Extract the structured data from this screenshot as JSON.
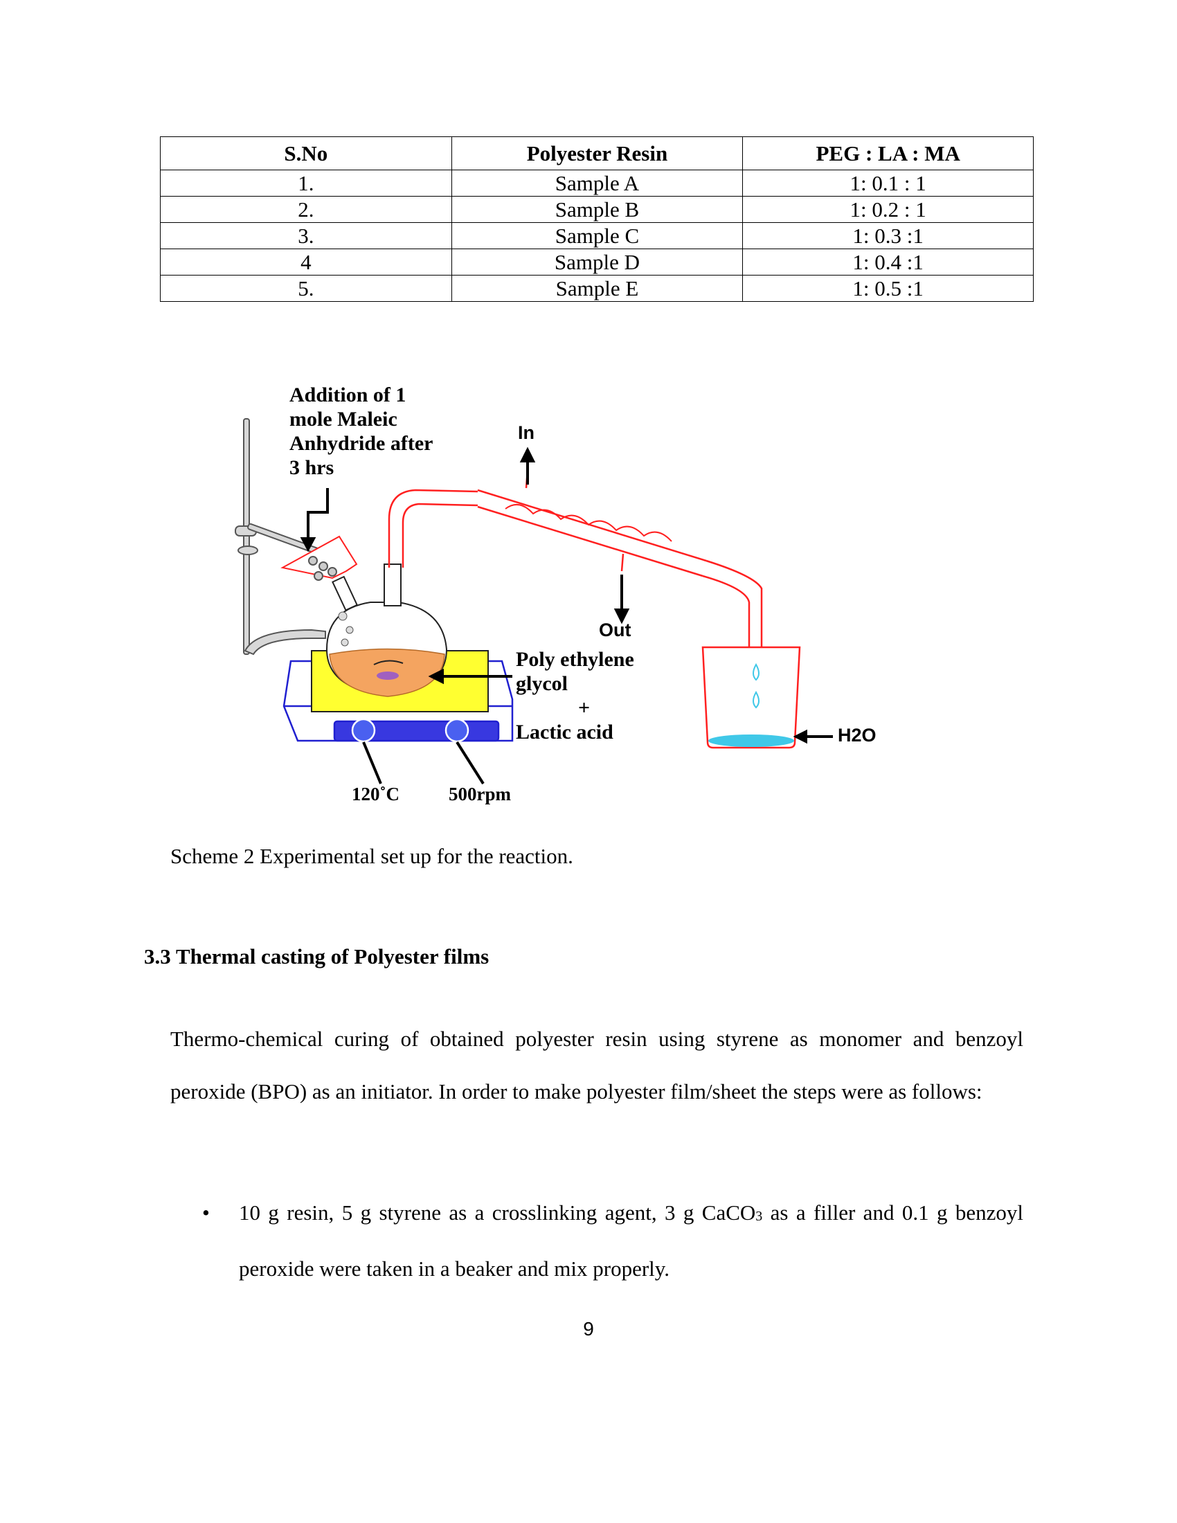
{
  "table": {
    "headers": [
      "S.No",
      "Polyester Resin",
      "PEG : LA : MA"
    ],
    "rows": [
      [
        "1.",
        "Sample A",
        "1: 0.1 : 1"
      ],
      [
        "2.",
        "Sample B",
        "1: 0.2 : 1"
      ],
      [
        "3.",
        "Sample C",
        "1: 0.3 :1"
      ],
      [
        "4",
        "Sample D",
        "1: 0.4 :1"
      ],
      [
        "5.",
        "Sample E",
        "1: 0.5 :1"
      ]
    ]
  },
  "diagram": {
    "addition_label": [
      "Addition of 1",
      "mole Maleic",
      "Anhydride after",
      "3 hrs"
    ],
    "in_label": "In",
    "out_label": "Out",
    "reactants_label": [
      "Poly ethylene",
      "glycol",
      "+",
      "Lactic acid"
    ],
    "water_label": "H2O",
    "temperature_label": "120˚C",
    "rpm_label": "500rpm",
    "colors": {
      "glassware": "#ff2020",
      "stirrer": "#2020d0",
      "bath": "#ffff30",
      "flask_liquid": "#f4a460",
      "water": "#40c8e8"
    }
  },
  "caption": "Scheme 2 Experimental set up for the reaction.",
  "section_heading": "3.3 Thermal casting of Polyester films",
  "paragraph": "Thermo-chemical curing of obtained polyester resin using styrene as monomer and benzoyl peroxide (BPO) as an initiator. In order to make polyester film/sheet the steps were as follows:",
  "bullet": {
    "marker": "•",
    "text_before": "10 g resin, 5 g styrene as a crosslinking agent, 3 g CaCO",
    "subscript": "3",
    "text_after": " as a filler and 0.1 g benzoyl peroxide were taken in a beaker and mix properly."
  },
  "page_number": "9"
}
